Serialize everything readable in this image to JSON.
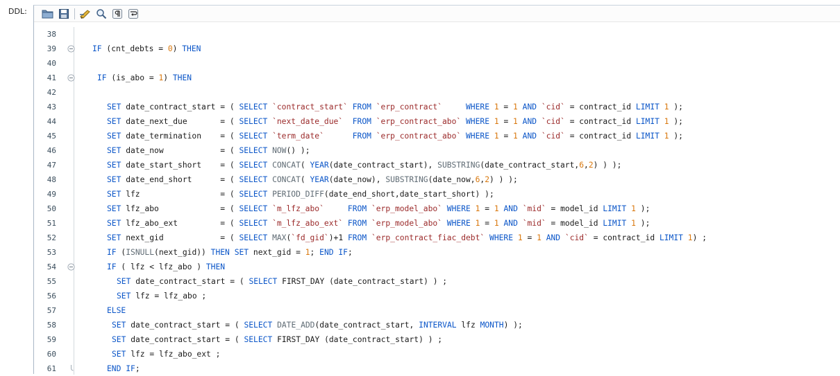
{
  "label": "DDL:",
  "toolbar": {
    "buttons": [
      {
        "name": "open-folder-icon"
      },
      {
        "name": "save-icon"
      },
      {
        "name": "format-brush-icon"
      },
      {
        "name": "find-icon"
      },
      {
        "name": "pilcrow-icon"
      },
      {
        "name": "wrap-icon"
      }
    ]
  },
  "lines": [
    {
      "n": "38",
      "fold": "",
      "indent": 0,
      "tokens": []
    },
    {
      "n": "39",
      "fold": "open",
      "indent": 0,
      "tokens": [
        [
          "kw",
          "IF"
        ],
        [
          "t",
          " (cnt_debts = "
        ],
        [
          "num",
          "0"
        ],
        [
          "t",
          ") "
        ],
        [
          "kw",
          "THEN"
        ]
      ]
    },
    {
      "n": "40",
      "fold": "",
      "indent": 0,
      "tokens": []
    },
    {
      "n": "41",
      "fold": "open",
      "indent": 1,
      "tokens": [
        [
          "kw",
          "IF"
        ],
        [
          "t",
          " (is_abo = "
        ],
        [
          "num",
          "1"
        ],
        [
          "t",
          ") "
        ],
        [
          "kw",
          "THEN"
        ]
      ]
    },
    {
      "n": "42",
      "fold": "",
      "indent": 0,
      "tokens": []
    },
    {
      "n": "43",
      "fold": "",
      "indent": 3,
      "tokens": [
        [
          "kw",
          "SET"
        ],
        [
          "t",
          " date_contract_start = ( "
        ],
        [
          "kw",
          "SELECT"
        ],
        [
          "t",
          " "
        ],
        [
          "str",
          "`contract_start`"
        ],
        [
          "t",
          " "
        ],
        [
          "kw",
          "FROM"
        ],
        [
          "t",
          " "
        ],
        [
          "str",
          "`erp_contract`"
        ],
        [
          "t",
          "     "
        ],
        [
          "kw",
          "WHERE"
        ],
        [
          "t",
          " "
        ],
        [
          "num",
          "1"
        ],
        [
          "t",
          " = "
        ],
        [
          "num",
          "1"
        ],
        [
          "t",
          " "
        ],
        [
          "kw",
          "AND"
        ],
        [
          "t",
          " "
        ],
        [
          "str",
          "`cid`"
        ],
        [
          "t",
          " = contract_id "
        ],
        [
          "kw",
          "LIMIT"
        ],
        [
          "t",
          " "
        ],
        [
          "num",
          "1"
        ],
        [
          "t",
          " );"
        ]
      ]
    },
    {
      "n": "44",
      "fold": "",
      "indent": 3,
      "tokens": [
        [
          "kw",
          "SET"
        ],
        [
          "t",
          " date_next_due       = ( "
        ],
        [
          "kw",
          "SELECT"
        ],
        [
          "t",
          " "
        ],
        [
          "str",
          "`next_date_due`"
        ],
        [
          "t",
          "  "
        ],
        [
          "kw",
          "FROM"
        ],
        [
          "t",
          " "
        ],
        [
          "str",
          "`erp_contract_abo`"
        ],
        [
          "t",
          " "
        ],
        [
          "kw",
          "WHERE"
        ],
        [
          "t",
          " "
        ],
        [
          "num",
          "1"
        ],
        [
          "t",
          " = "
        ],
        [
          "num",
          "1"
        ],
        [
          "t",
          " "
        ],
        [
          "kw",
          "AND"
        ],
        [
          "t",
          " "
        ],
        [
          "str",
          "`cid`"
        ],
        [
          "t",
          " = contract_id "
        ],
        [
          "kw",
          "LIMIT"
        ],
        [
          "t",
          " "
        ],
        [
          "num",
          "1"
        ],
        [
          "t",
          " );"
        ]
      ]
    },
    {
      "n": "45",
      "fold": "",
      "indent": 3,
      "tokens": [
        [
          "kw",
          "SET"
        ],
        [
          "t",
          " date_termination    = ( "
        ],
        [
          "kw",
          "SELECT"
        ],
        [
          "t",
          " "
        ],
        [
          "str",
          "`term_date`"
        ],
        [
          "t",
          "      "
        ],
        [
          "kw",
          "FROM"
        ],
        [
          "t",
          " "
        ],
        [
          "str",
          "`erp_contract_abo`"
        ],
        [
          "t",
          " "
        ],
        [
          "kw",
          "WHERE"
        ],
        [
          "t",
          " "
        ],
        [
          "num",
          "1"
        ],
        [
          "t",
          " = "
        ],
        [
          "num",
          "1"
        ],
        [
          "t",
          " "
        ],
        [
          "kw",
          "AND"
        ],
        [
          "t",
          " "
        ],
        [
          "str",
          "`cid`"
        ],
        [
          "t",
          " = contract_id "
        ],
        [
          "kw",
          "LIMIT"
        ],
        [
          "t",
          " "
        ],
        [
          "num",
          "1"
        ],
        [
          "t",
          " );"
        ]
      ]
    },
    {
      "n": "46",
      "fold": "",
      "indent": 3,
      "tokens": [
        [
          "kw",
          "SET"
        ],
        [
          "t",
          " date_now            = ( "
        ],
        [
          "kw",
          "SELECT"
        ],
        [
          "t",
          " "
        ],
        [
          "fn",
          "NOW"
        ],
        [
          "t",
          "() );"
        ]
      ]
    },
    {
      "n": "47",
      "fold": "",
      "indent": 3,
      "tokens": [
        [
          "kw",
          "SET"
        ],
        [
          "t",
          " date_start_short    = ( "
        ],
        [
          "kw",
          "SELECT"
        ],
        [
          "t",
          " "
        ],
        [
          "fn",
          "CONCAT"
        ],
        [
          "t",
          "( "
        ],
        [
          "kw",
          "YEAR"
        ],
        [
          "t",
          "(date_contract_start), "
        ],
        [
          "fn",
          "SUBSTRING"
        ],
        [
          "t",
          "(date_contract_start,"
        ],
        [
          "num",
          "6"
        ],
        [
          "t",
          ","
        ],
        [
          "num",
          "2"
        ],
        [
          "t",
          ") ) );"
        ]
      ]
    },
    {
      "n": "48",
      "fold": "",
      "indent": 3,
      "tokens": [
        [
          "kw",
          "SET"
        ],
        [
          "t",
          " date_end_short      = ( "
        ],
        [
          "kw",
          "SELECT"
        ],
        [
          "t",
          " "
        ],
        [
          "fn",
          "CONCAT"
        ],
        [
          "t",
          "( "
        ],
        [
          "kw",
          "YEAR"
        ],
        [
          "t",
          "(date_now), "
        ],
        [
          "fn",
          "SUBSTRING"
        ],
        [
          "t",
          "(date_now,"
        ],
        [
          "num",
          "6"
        ],
        [
          "t",
          ","
        ],
        [
          "num",
          "2"
        ],
        [
          "t",
          ") ) );"
        ]
      ]
    },
    {
      "n": "49",
      "fold": "",
      "indent": 3,
      "tokens": [
        [
          "kw",
          "SET"
        ],
        [
          "t",
          " lfz                 = ( "
        ],
        [
          "kw",
          "SELECT"
        ],
        [
          "t",
          " "
        ],
        [
          "fn",
          "PERIOD_DIFF"
        ],
        [
          "t",
          "(date_end_short,date_start_short) );"
        ]
      ]
    },
    {
      "n": "50",
      "fold": "",
      "indent": 3,
      "tokens": [
        [
          "kw",
          "SET"
        ],
        [
          "t",
          " lfz_abo             = ( "
        ],
        [
          "kw",
          "SELECT"
        ],
        [
          "t",
          " "
        ],
        [
          "str",
          "`m_lfz_abo`"
        ],
        [
          "t",
          "     "
        ],
        [
          "kw",
          "FROM"
        ],
        [
          "t",
          " "
        ],
        [
          "str",
          "`erp_model_abo`"
        ],
        [
          "t",
          " "
        ],
        [
          "kw",
          "WHERE"
        ],
        [
          "t",
          " "
        ],
        [
          "num",
          "1"
        ],
        [
          "t",
          " = "
        ],
        [
          "num",
          "1"
        ],
        [
          "t",
          " "
        ],
        [
          "kw",
          "AND"
        ],
        [
          "t",
          " "
        ],
        [
          "str",
          "`mid`"
        ],
        [
          "t",
          " = model_id "
        ],
        [
          "kw",
          "LIMIT"
        ],
        [
          "t",
          " "
        ],
        [
          "num",
          "1"
        ],
        [
          "t",
          " );"
        ]
      ]
    },
    {
      "n": "51",
      "fold": "",
      "indent": 3,
      "tokens": [
        [
          "kw",
          "SET"
        ],
        [
          "t",
          " lfz_abo_ext         = ( "
        ],
        [
          "kw",
          "SELECT"
        ],
        [
          "t",
          " "
        ],
        [
          "str",
          "`m_lfz_abo_ext`"
        ],
        [
          "t",
          " "
        ],
        [
          "kw",
          "FROM"
        ],
        [
          "t",
          " "
        ],
        [
          "str",
          "`erp_model_abo`"
        ],
        [
          "t",
          " "
        ],
        [
          "kw",
          "WHERE"
        ],
        [
          "t",
          " "
        ],
        [
          "num",
          "1"
        ],
        [
          "t",
          " = "
        ],
        [
          "num",
          "1"
        ],
        [
          "t",
          " "
        ],
        [
          "kw",
          "AND"
        ],
        [
          "t",
          " "
        ],
        [
          "str",
          "`mid`"
        ],
        [
          "t",
          " = model_id "
        ],
        [
          "kw",
          "LIMIT"
        ],
        [
          "t",
          " "
        ],
        [
          "num",
          "1"
        ],
        [
          "t",
          " );"
        ]
      ]
    },
    {
      "n": "52",
      "fold": "",
      "indent": 3,
      "tokens": [
        [
          "kw",
          "SET"
        ],
        [
          "t",
          " next_gid            = ( "
        ],
        [
          "kw",
          "SELECT"
        ],
        [
          "t",
          " "
        ],
        [
          "fn",
          "MAX"
        ],
        [
          "t",
          "("
        ],
        [
          "str",
          "`fd_gid`"
        ],
        [
          "t",
          ")+1 "
        ],
        [
          "kw",
          "FROM"
        ],
        [
          "t",
          " "
        ],
        [
          "str",
          "`erp_contract_fiac_debt`"
        ],
        [
          "t",
          " "
        ],
        [
          "kw",
          "WHERE"
        ],
        [
          "t",
          " "
        ],
        [
          "num",
          "1"
        ],
        [
          "t",
          " = "
        ],
        [
          "num",
          "1"
        ],
        [
          "t",
          " "
        ],
        [
          "kw",
          "AND"
        ],
        [
          "t",
          " "
        ],
        [
          "str",
          "`cid`"
        ],
        [
          "t",
          " = contract_id "
        ],
        [
          "kw",
          "LIMIT"
        ],
        [
          "t",
          " "
        ],
        [
          "num",
          "1"
        ],
        [
          "t",
          ") ;"
        ]
      ]
    },
    {
      "n": "53",
      "fold": "",
      "indent": 3,
      "tokens": [
        [
          "kw",
          "IF"
        ],
        [
          "t",
          " ("
        ],
        [
          "fn",
          "ISNULL"
        ],
        [
          "t",
          "(next_gid)) "
        ],
        [
          "kw",
          "THEN"
        ],
        [
          "t",
          " "
        ],
        [
          "kw",
          "SET"
        ],
        [
          "t",
          " next_gid = "
        ],
        [
          "num",
          "1"
        ],
        [
          "t",
          "; "
        ],
        [
          "kw",
          "END IF"
        ],
        [
          "t",
          ";"
        ]
      ]
    },
    {
      "n": "54",
      "fold": "open",
      "indent": 3,
      "tokens": [
        [
          "kw",
          "IF"
        ],
        [
          "t",
          " ( lfz < lfz_abo ) "
        ],
        [
          "kw",
          "THEN"
        ]
      ]
    },
    {
      "n": "55",
      "fold": "",
      "indent": 5,
      "tokens": [
        [
          "kw",
          "SET"
        ],
        [
          "t",
          " date_contract_start = ( "
        ],
        [
          "kw",
          "SELECT"
        ],
        [
          "t",
          " FIRST_DAY (date_contract_start) ) ;"
        ]
      ]
    },
    {
      "n": "56",
      "fold": "",
      "indent": 5,
      "tokens": [
        [
          "kw",
          "SET"
        ],
        [
          "t",
          " lfz = lfz_abo ;"
        ]
      ]
    },
    {
      "n": "57",
      "fold": "",
      "indent": 3,
      "tokens": [
        [
          "kw",
          "ELSE"
        ]
      ]
    },
    {
      "n": "58",
      "fold": "",
      "indent": 4,
      "tokens": [
        [
          "kw",
          "SET"
        ],
        [
          "t",
          " date_contract_start = ( "
        ],
        [
          "kw",
          "SELECT"
        ],
        [
          "t",
          " "
        ],
        [
          "fn",
          "DATE_ADD"
        ],
        [
          "t",
          "(date_contract_start, "
        ],
        [
          "kw",
          "INTERVAL"
        ],
        [
          "t",
          " lfz "
        ],
        [
          "kw",
          "MONTH"
        ],
        [
          "t",
          ") );"
        ]
      ]
    },
    {
      "n": "59",
      "fold": "",
      "indent": 4,
      "tokens": [
        [
          "kw",
          "SET"
        ],
        [
          "t",
          " date_contract_start = ( "
        ],
        [
          "kw",
          "SELECT"
        ],
        [
          "t",
          " FIRST_DAY (date_contract_start) ) ;"
        ]
      ]
    },
    {
      "n": "60",
      "fold": "",
      "indent": 4,
      "tokens": [
        [
          "kw",
          "SET"
        ],
        [
          "t",
          " lfz = lfz_abo_ext ;"
        ]
      ]
    },
    {
      "n": "61",
      "fold": "close",
      "indent": 3,
      "tokens": [
        [
          "kw",
          "END IF"
        ],
        [
          "t",
          ";"
        ]
      ]
    }
  ]
}
